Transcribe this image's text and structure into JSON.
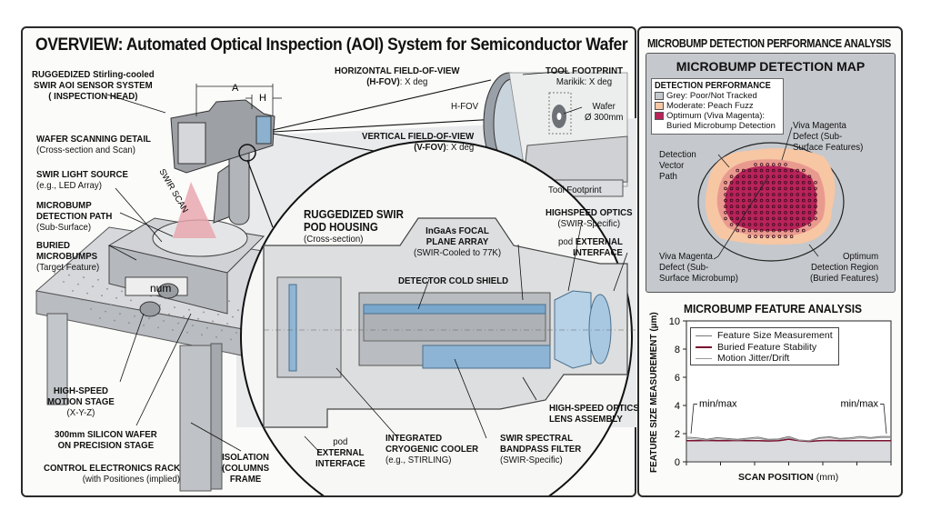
{
  "main": {
    "title": "OVERVIEW: Automated Optical Inspection (AOI) System for Semiconductor Wafer",
    "dimensions": {
      "a": "A",
      "h": "H"
    },
    "labels": {
      "sensor_system": {
        "line1": "RUGGEDIZED Stirling-cooled",
        "line2": "SWIR AOI SENSOR SYSTEM",
        "line3": "( INSPECTION HEAD)"
      },
      "wafer_scanning": {
        "title": "WAFER SCANNING DETAIL",
        "sub": "(Cross-section and Scan)"
      },
      "light_source": {
        "title": "SWIR LIGHT SOURCE",
        "sub": "(e.g., LED Array)"
      },
      "detection_path": {
        "line1": "MICROBUMP",
        "line2": "DETECTION PATH",
        "sub": "(Sub-Surface)"
      },
      "buried_microbumps": {
        "line1": "BURIED",
        "line2": "MICROBUMPS",
        "sub": "(Target Feature)"
      },
      "swir_scan": "SWIR SCAN",
      "stage_plate": "num",
      "motion_stage": {
        "line1": "HIGH-SPEED",
        "line2": "MOTION STAGE",
        "sub": "(X-Y-Z)"
      },
      "silicon_wafer": {
        "line1": "300mm SILICON WAFER",
        "line2": "ON PRECISION STAGE"
      },
      "control_rack": {
        "title": "CONTROL ELECTRONICS RACK",
        "sub": "(with Positiones (implied)"
      },
      "isolation": {
        "line1": "ISOLATION",
        "line2": "(COLUMNS",
        "line3": "FRAME"
      },
      "h_fov": {
        "title": "HORIZONTAL FIELD-OF-VIEW",
        "sub_bold": "(H-FOV)",
        "sub": ": X deg"
      },
      "h_fov_marker": "H-FOV",
      "v_fov": {
        "title": "VERTICAL FIELD-OF-VIEW",
        "sub_bold": "(V-FOV)",
        "sub": ": X deg"
      },
      "tool_footprint": {
        "title": "TOOL FOOTPRINT",
        "sub": "Marikik: X deg"
      },
      "wafer": {
        "line1": "Wafer",
        "line2": "Ø 300mm"
      },
      "tool_footprint_dim": "Tool Footprint",
      "pod_housing": {
        "line1": "RUGGEDIZED SWIR",
        "line2": "POD HOUSING",
        "sub": "(Cross-section)"
      },
      "focal_plane": {
        "line1": "InGaAs FOCAL",
        "line2": "PLANE ARRAY",
        "sub": "(SWIR-Cooled to 77K)"
      },
      "cold_shield": "DETECTOR COLD SHIELD",
      "highspeed_optics": {
        "title": "HIGHSPEED OPTICS",
        "sub": "(SWIR-Specific)"
      },
      "external_interface_top": {
        "prefix": "pod",
        "line1": "EXTERNAL",
        "line2": "INTERFACE"
      },
      "lens_assembly": {
        "line1": "HIGH-SPEED OPTICS",
        "line2": "LENS ASSEMBLY"
      },
      "external_interface_bottom": {
        "prefix": "pod",
        "line1": "EXTERNAL",
        "line2": "INTERFACE"
      },
      "cryo_cooler": {
        "line1": "INTEGRATED",
        "line2": "CRYOGENIC COOLER",
        "sub": "(e.g., STIRLING)"
      },
      "bandpass_filter": {
        "line1": "SWIR SPECTRAL",
        "line2": "BANDPASS FILTER",
        "sub": "(SWIR-Specific)"
      }
    }
  },
  "side": {
    "title": "MICROBUMP DETECTION PERFORMANCE ANALYSIS",
    "map": {
      "title": "MICROBUMP DETECTION MAP",
      "legend": {
        "title": "DETECTION PERFORMANCE",
        "items": [
          {
            "label": "Grey: Poor/Not Tracked",
            "color": "#c5c8cc"
          },
          {
            "label": "Moderate: Peach Fuzz",
            "color": "#f7c6a3"
          },
          {
            "label": "Optimum (Viva Magenta):",
            "sub": "Buried Microbump Detection",
            "color": "#b8235a"
          }
        ]
      },
      "annotations": {
        "defect_top": {
          "line1": "Viva Magenta",
          "line2": "Defect (Sub-",
          "line3": "Surface Features)"
        },
        "vector_path": {
          "line1": "Detection",
          "line2": "Vector",
          "line3": "Path"
        },
        "defect_bottom": {
          "line1": "Viva Magenta",
          "line2": "Defect (Sub-",
          "line3": "Surface Microbump)"
        },
        "optimum_region": {
          "line1": "Optimum",
          "line2": "Detection Region",
          "line3": "(Buried Features)"
        }
      },
      "colors": {
        "grey": "#c5c8cc",
        "peach": "#f7c6a3",
        "peach_mid": "#e99a8f",
        "magenta": "#b8235a"
      }
    }
  },
  "chart_data": {
    "type": "line",
    "title": "MICROBUMP FEATURE ANALYSIS",
    "xlabel": "SCAN POSITION",
    "xlabel_unit": "(mm)",
    "ylabel": "FEATURE SIZE MEASUREMENT (µm)",
    "ylim": [
      0,
      10
    ],
    "xlim": [
      0,
      1
    ],
    "yticks": [
      0,
      2,
      4,
      6,
      8,
      10
    ],
    "xtick_count": 7,
    "x_ticks_labeled": false,
    "grid": false,
    "legend_position": "top-left",
    "x": [
      0,
      0.05,
      0.1,
      0.15,
      0.2,
      0.25,
      0.3,
      0.35,
      0.4,
      0.45,
      0.5,
      0.55,
      0.6,
      0.65,
      0.7,
      0.75,
      0.8,
      0.85,
      0.9,
      0.95,
      1
    ],
    "series": [
      {
        "name": "Feature Size Measurement",
        "color": "#777777",
        "values": [
          1.75,
          1.7,
          1.6,
          1.72,
          1.65,
          1.6,
          1.68,
          1.75,
          1.6,
          1.62,
          1.8,
          1.55,
          1.5,
          1.72,
          1.78,
          1.65,
          1.7,
          1.8,
          1.72,
          1.8,
          1.8
        ]
      },
      {
        "name": "Buried Feature Stability",
        "color": "#7a1030",
        "values": [
          1.5,
          1.5,
          1.52,
          1.5,
          1.5,
          1.52,
          1.5,
          1.5,
          1.48,
          1.5,
          1.6,
          1.5,
          1.45,
          1.5,
          1.52,
          1.5,
          1.5,
          1.5,
          1.5,
          1.5,
          1.5
        ]
      },
      {
        "name": "Motion Jitter/Drift",
        "color": "#999999",
        "values": [
          1.65,
          1.6,
          1.55,
          1.62,
          1.58,
          1.55,
          1.6,
          1.65,
          1.55,
          1.58,
          1.7,
          1.52,
          1.48,
          1.65,
          1.7,
          1.6,
          1.62,
          1.7,
          1.65,
          1.72,
          1.72
        ]
      }
    ],
    "fill_below": {
      "value": 1.5,
      "color": "#d9dbde"
    },
    "annotations": [
      {
        "text": "min/max",
        "position": "left"
      },
      {
        "text": "min/max",
        "position": "right"
      }
    ]
  }
}
